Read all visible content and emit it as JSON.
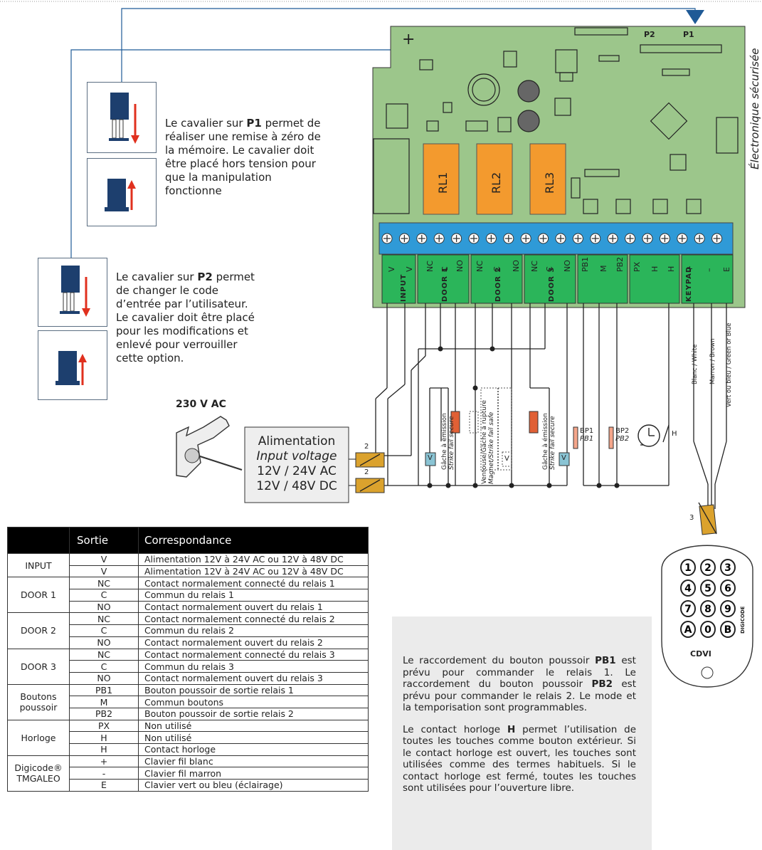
{
  "board": {
    "side_label": "Électronique sécurisée",
    "jumper_labels": {
      "p2": "P2",
      "p1": "P1"
    },
    "relays": [
      "RL1",
      "RL2",
      "RL3"
    ],
    "input_label": "INPUT",
    "input_pins": [
      "V",
      "V"
    ],
    "door1_label": "DOOR 1",
    "door1_pins": [
      "NC",
      "C",
      "NO"
    ],
    "door2_label": "DOOR 2",
    "door2_pins": [
      "NC",
      "C",
      "NO"
    ],
    "door3_label": "DOOR 3",
    "door3_pins": [
      "NC",
      "C",
      "NO"
    ],
    "pb_pins": [
      "PB1",
      "M",
      "PB2"
    ],
    "clock_pins": [
      "PX",
      "H",
      "H"
    ],
    "keypad_label": "KEYPAD",
    "keypad_pins": [
      "+",
      "–",
      "E"
    ]
  },
  "jumper_p1_text": {
    "before": "Le cavalier sur ",
    "bold": "P1",
    "after": " permet de réaliser une remise à zéro de la mémoire. Le cavalier doit être placé hors tension pour que la manipulation fonctionne"
  },
  "jumper_p2_text": {
    "before": "Le cavalier sur ",
    "bold": "P2",
    "after": " permet de changer le code d’entrée par l’utilisateur. Le cavalier doit être placé pour les modifications et enlevé pour verrouiller cette option."
  },
  "power": {
    "mains_label": "230 V AC",
    "title": "Alimentation",
    "subtitle": "Input voltage",
    "line1": "12V / 24V AC",
    "line2": "12V / 48V DC",
    "wire_count": "2"
  },
  "devices": {
    "strike1_fr": "Gâche à émission",
    "strike1_en": "Strike fail secure",
    "magnet_fr": "Ventouse/Gâche à rupture",
    "magnet_en": "Magnet/Strike fail safe",
    "strike2_fr": "Gâche à émission",
    "strike2_en": "Strike fail secure",
    "v_label": "V",
    "bp1": "BP1",
    "bp1_en": "PB1",
    "bp2": "BP2",
    "bp2_en": "PB2",
    "h_label": "H"
  },
  "cable": {
    "white": "Blanc / White",
    "brown": "Marron / Brown",
    "green": "Vert ou bleu / Green or Blue",
    "count": "3"
  },
  "keypad": {
    "keys": [
      "1",
      "2",
      "3",
      "4",
      "5",
      "6",
      "7",
      "8",
      "9",
      "A",
      "0",
      "B"
    ],
    "brand": "CDVI",
    "model": "DIGICODE"
  },
  "table": {
    "headers": [
      "",
      "Sortie",
      "Correspondance"
    ],
    "groups": [
      {
        "name": "INPUT",
        "rows": [
          [
            "V",
            "Alimentation 12V à 24V AC ou 12V à 48V DC"
          ],
          [
            "V",
            "Alimentation 12V à 24V AC ou 12V à 48V DC"
          ]
        ]
      },
      {
        "name": "DOOR 1",
        "rows": [
          [
            "NC",
            "Contact normalement connecté du relais 1"
          ],
          [
            "C",
            "Commun du relais 1"
          ],
          [
            "NO",
            "Contact normalement ouvert du relais 1"
          ]
        ]
      },
      {
        "name": "DOOR 2",
        "rows": [
          [
            "NC",
            "Contact normalement connecté du relais 2"
          ],
          [
            "C",
            "Commun du relais 2"
          ],
          [
            "NO",
            "Contact normalement ouvert du relais 2"
          ]
        ]
      },
      {
        "name": "DOOR 3",
        "rows": [
          [
            "NC",
            "Contact normalement connecté du relais 3"
          ],
          [
            "C",
            "Commun du relais 3"
          ],
          [
            "NO",
            "Contact normalement ouvert du relais 3"
          ]
        ]
      },
      {
        "name": "Boutons poussoir",
        "rows": [
          [
            "PB1",
            "Bouton poussoir de sortie relais 1"
          ],
          [
            "M",
            "Commun boutons"
          ],
          [
            "PB2",
            "Bouton poussoir de sortie relais 2"
          ]
        ]
      },
      {
        "name": "Horloge",
        "rows": [
          [
            "PX",
            "Non utilisé"
          ],
          [
            "H",
            "Non utilisé"
          ],
          [
            "H",
            "Contact horloge"
          ]
        ]
      },
      {
        "name": "Digicode® TMGALEO",
        "rows": [
          [
            "+",
            "Clavier fil blanc"
          ],
          [
            "-",
            "Clavier fil marron"
          ],
          [
            "E",
            "Clavier vert ou bleu (éclairage)"
          ]
        ]
      }
    ]
  },
  "info": {
    "p1_a": "Le raccordement du bouton poussoir ",
    "p1_b": "PB1",
    "p1_c": " est prévu pour commander le relais 1. Le raccordement du bouton poussoir ",
    "p1_d": "PB2",
    "p1_e": " est prévu pour commander le relais 2. Le mode et la temporisation sont programmables.",
    "p2_a": "Le contact horloge ",
    "p2_b": "H",
    "p2_c": " permet l’utilisation de toutes les touches comme bouton extérieur. Si le contact horloge est ouvert, les touches sont utilisées comme des termes habituels. Si le contact horloge est fermé, toutes les touches sont utilisées pour l’ouverture libre."
  },
  "colors": {
    "board": "#9cc68b",
    "relay": "#f39a2e",
    "terminal_blue": "#2f9ad7",
    "connector_green": "#2bb55a",
    "arrow_blue": "#1f5a96",
    "arrow_red": "#e0301e",
    "jumper_navy": "#1d3f6e"
  }
}
